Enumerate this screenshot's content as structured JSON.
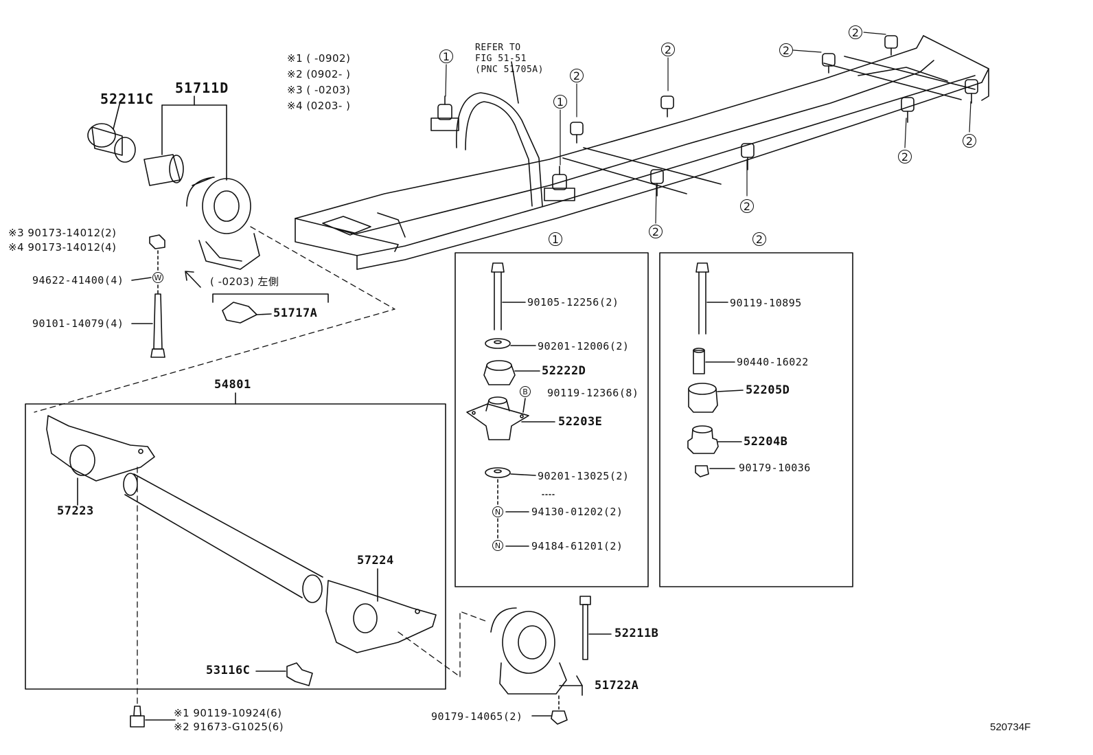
{
  "notes": {
    "n1": "※1 (       -0902)",
    "n2": "※2 (0902-       )",
    "n3": "※3 (       -0203)",
    "n4": "※4 (0203-       )"
  },
  "refer": {
    "line1": "REFER TO",
    "line2": "FIG 51-51",
    "line3": "(PNC 51705A)"
  },
  "callout": {
    "one": "1",
    "two": "2"
  },
  "parts": {
    "p52211C": "52211C",
    "p51711D": "51711D",
    "p90173a": "※3 90173-14012(2)",
    "p90173b": "※4 90173-14012(4)",
    "p94622": "94622-41400(4)",
    "p90101": "90101-14079(4)",
    "leftside": "(      -0203) 左側",
    "p51717A": "51717A",
    "p54801": "54801",
    "p57223": "57223",
    "p57224": "57224",
    "p53116C": "53116C",
    "p90119_10924": "※1 90119-10924(6)",
    "p91673": "※2 91673-G1025(6)",
    "p90179_14065": "90179-14065(2)",
    "p52211B": "52211B",
    "p51722A": "51722A",
    "p90105": "90105-12256(2)",
    "p90201_12006": "90201-12006(2)",
    "p52222D": "52222D",
    "p90119_12366": "90119-12366(8)",
    "p52203E": "52203E",
    "p90201_13025": "90201-13025(2)",
    "p94130": "94130-01202(2)",
    "p94184": "94184-61201(2)",
    "p90119_10895": "90119-10895",
    "p90440": "90440-16022",
    "p52205D": "52205D",
    "p52204B": "52204B",
    "p90179_10036": "90179-10036"
  },
  "markers": {
    "washer": "W",
    "bolt": "B",
    "nut": "N"
  },
  "figure_id": "520734F"
}
